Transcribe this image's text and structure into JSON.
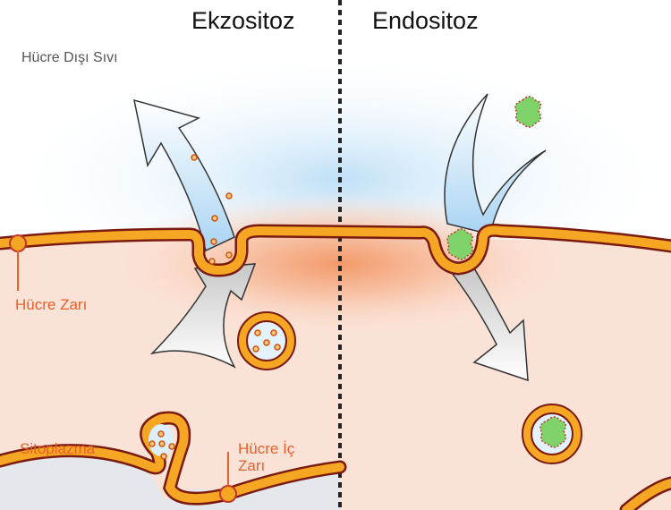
{
  "titles": {
    "left": "Ekzositoz",
    "right": "Endositoz"
  },
  "labels": {
    "extracellular_fluid": "Hücre Dışı Sıvı",
    "cell_membrane": "Hücre Zarı",
    "cytoplasm": "Sitoplazma",
    "inner_membrane_line1": "Hücre İç",
    "inner_membrane_line2": "Zarı"
  },
  "colors": {
    "membrane": "#f5a623",
    "membrane_outline": "#7a1a10",
    "label": "#e8602c",
    "cytoplasm": "#fbe2d6",
    "fluid": "#cfe6f8",
    "particle": "#7fd36a"
  }
}
